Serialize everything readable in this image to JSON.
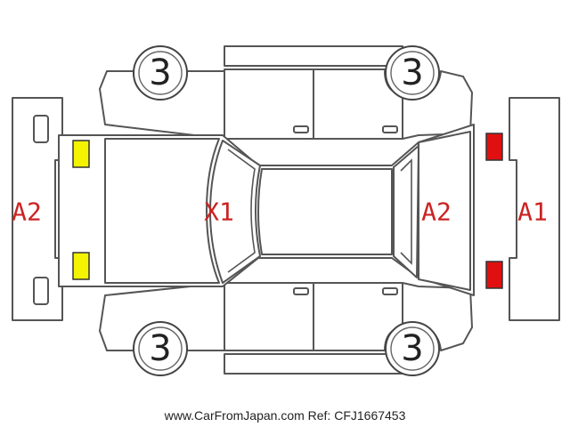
{
  "colors": {
    "damage_code": "#cc2222",
    "lamp_yellow": "#f4f400",
    "lamp_red": "#e01010",
    "outline": "#555555"
  },
  "wheels": {
    "front_left": "3",
    "front_right": "3",
    "rear_left": "3",
    "rear_right": "3"
  },
  "damage": {
    "left_bumper": "A2",
    "roof": "X1",
    "windshield_area": "A2",
    "right_bumper": "A1"
  },
  "lamps": {
    "left": "yellow",
    "right": "red"
  },
  "footer": "www.CarFromJapan.com Ref: CFJ1667453"
}
